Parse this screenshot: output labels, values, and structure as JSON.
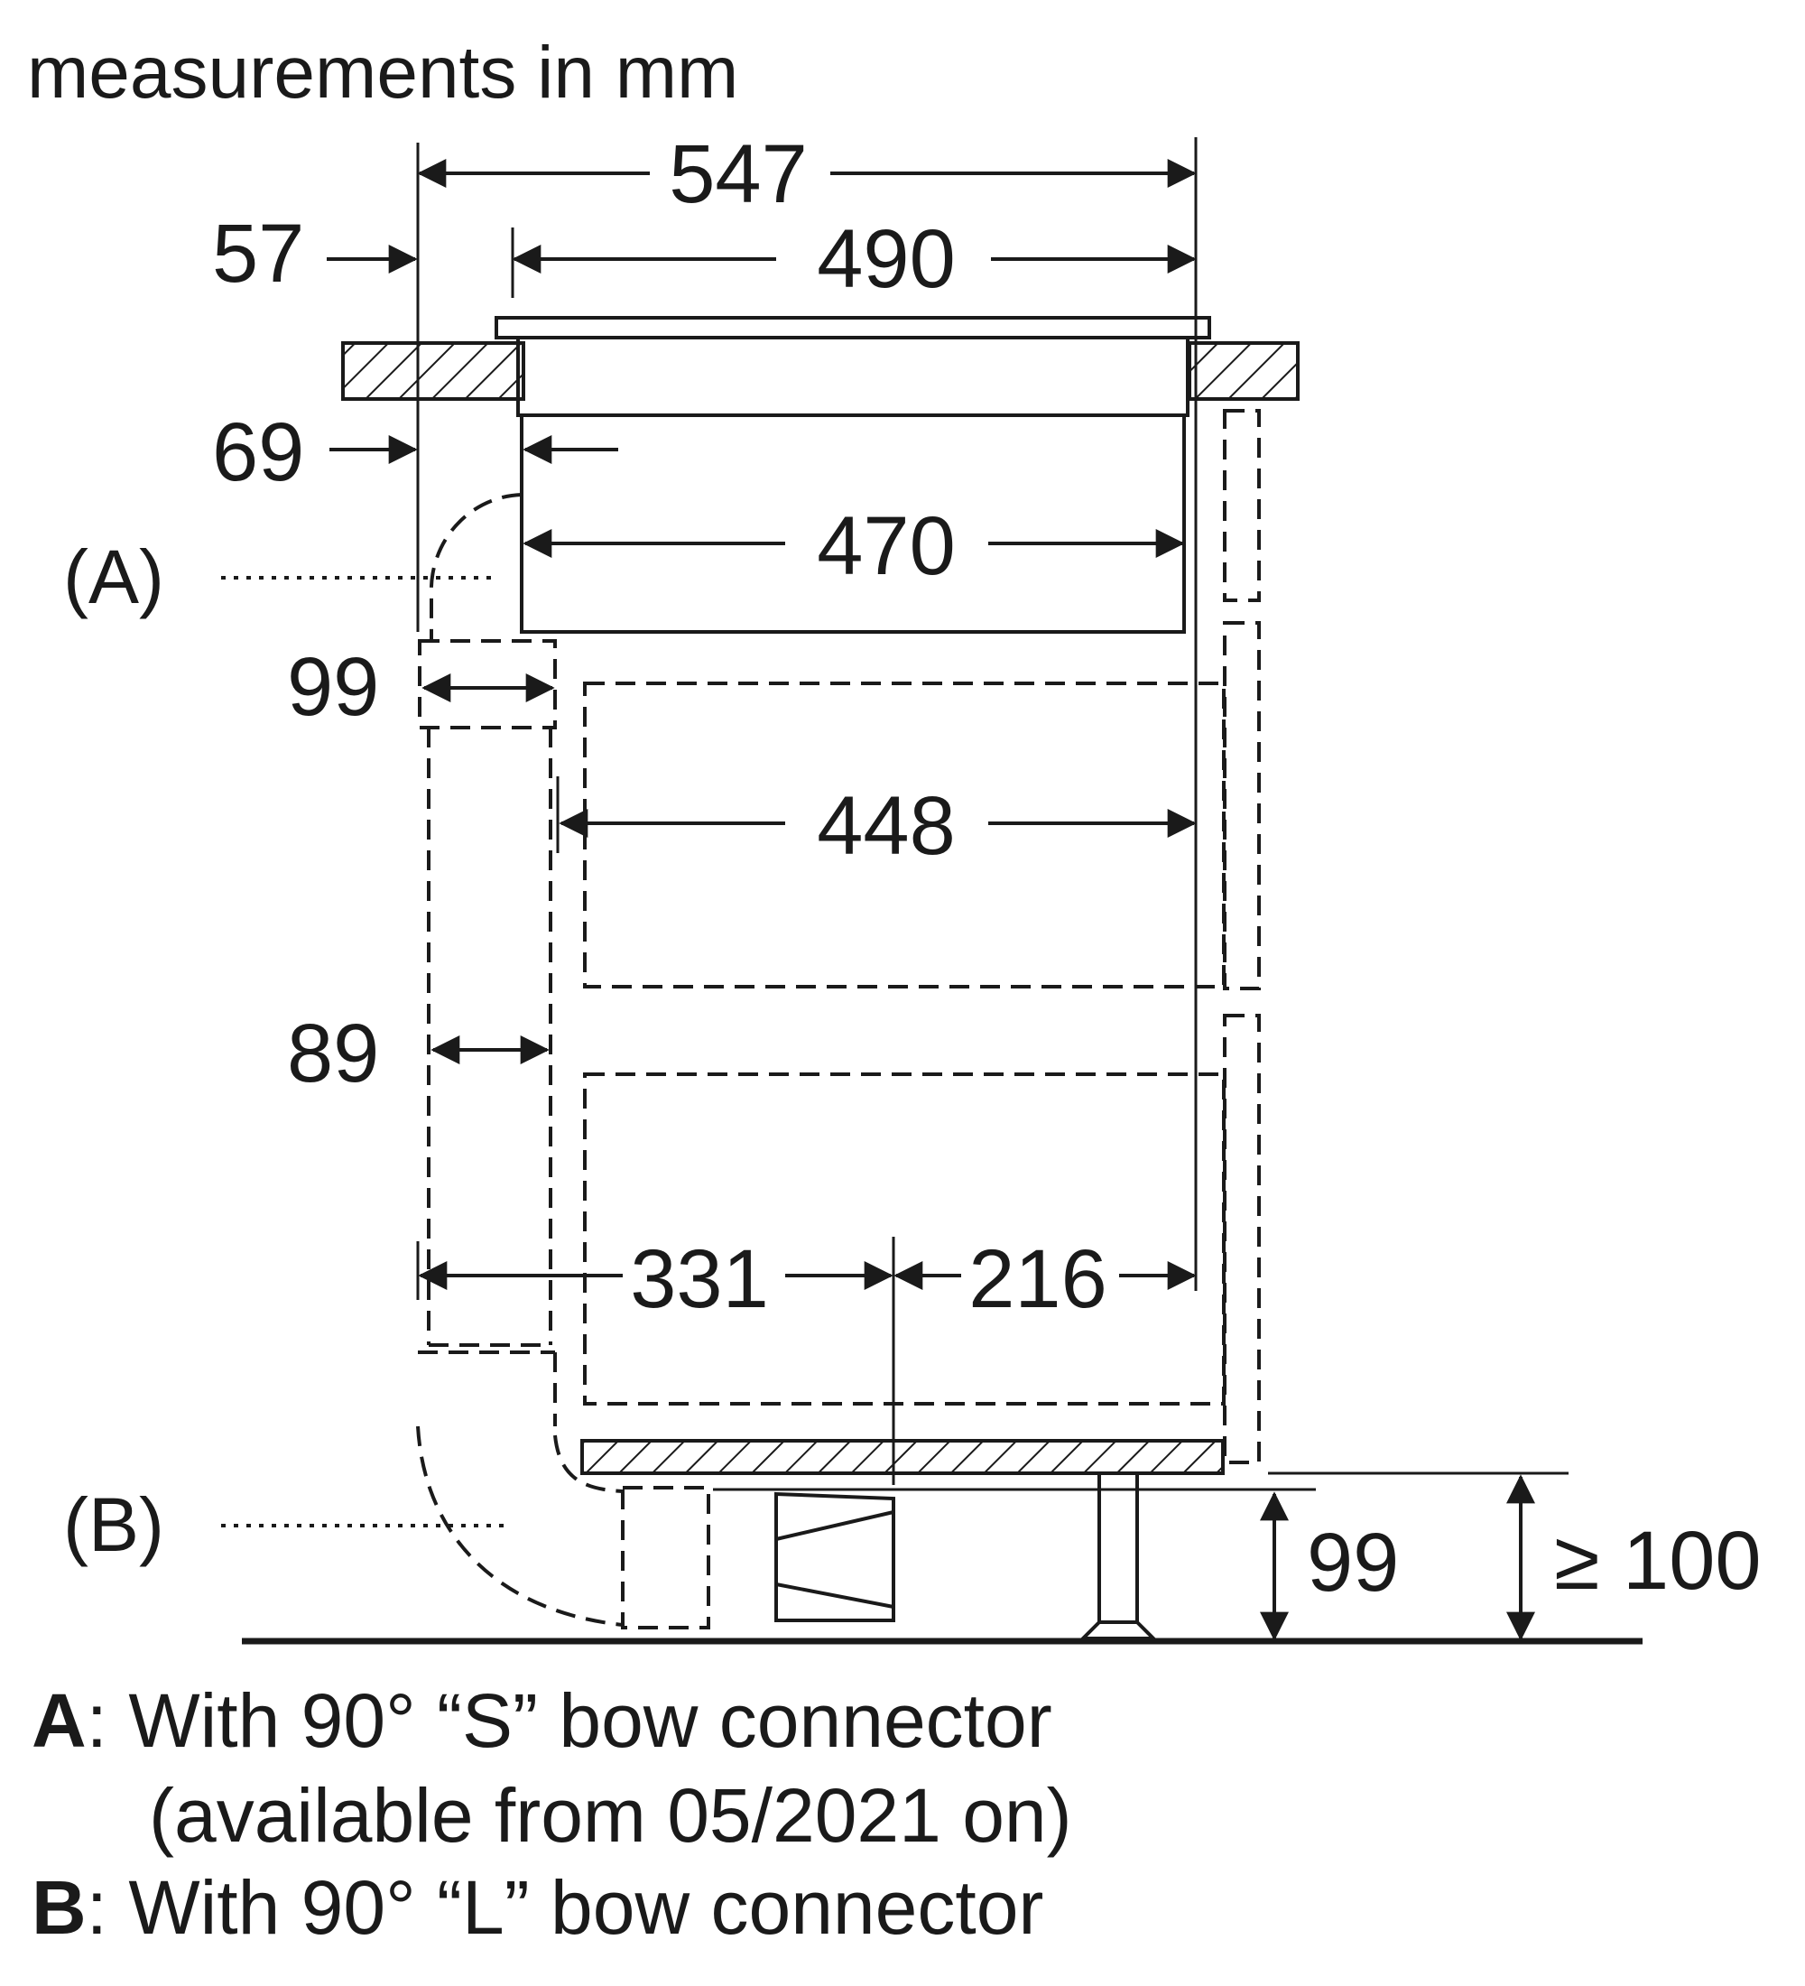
{
  "title": "measurements in mm",
  "dimensions": {
    "d547": "547",
    "d490": "490",
    "d57": "57",
    "d69": "69",
    "d470": "470",
    "d99_top": "99",
    "d448": "448",
    "d89": "89",
    "d331": "331",
    "d216": "216",
    "d99_bottom": "99",
    "d100": "≥ 100"
  },
  "markers": {
    "a": "(A)",
    "b": "(B)"
  },
  "legend": {
    "a_key": "A",
    "a_text": ": With 90° “S” bow connector",
    "a_text2": "(available from 05/2021 on)",
    "b_key": "B",
    "b_text": ": With 90° “L” bow connector"
  }
}
